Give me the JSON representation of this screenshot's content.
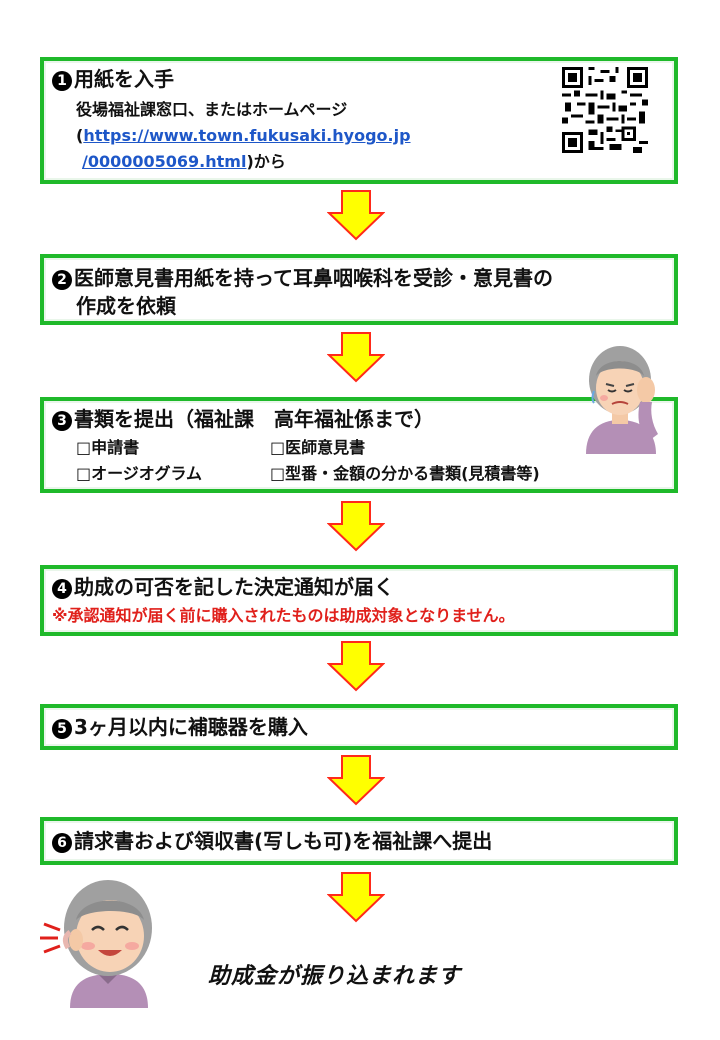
{
  "steps": [
    {
      "num": "1",
      "title": "用紙を入手",
      "line1": "役場福祉課窓口、またはホームページ",
      "open_paren": "(",
      "url_part1": "https://www.town.fukusaki.hyogo.jp",
      "url_part2": "/0000005069.html",
      "suffix": ")から"
    },
    {
      "num": "2",
      "title_line1": "医師意見書用紙を持って耳鼻咽喉科を受診・意見書の",
      "title_line2": "作成を依頼"
    },
    {
      "num": "3",
      "title": "書類を提出（福祉課　高年福祉係まで）",
      "check_a1": "□申請書",
      "check_a2": "□医師意見書",
      "check_b1": "□オージオグラム",
      "check_b2": "□型番・金額の分かる書類(見積書等)"
    },
    {
      "num": "4",
      "title": "助成の可否を記した決定通知が届く",
      "warning": "※承認通知が届く前に購入されたものは助成対象となりません。"
    },
    {
      "num": "5",
      "title": "3ヶ月以内に補聴器を購入"
    },
    {
      "num": "6",
      "title": "請求書および領収書(写しも可)を福祉課へ提出"
    }
  ],
  "final_text": "助成金が振り込まれます",
  "colors": {
    "border_green": "#1fb92a",
    "arrow_fill": "#ffff00",
    "arrow_stroke": "#ff2a1a",
    "link_blue": "#1e57c8",
    "warning_red": "#e0201b"
  }
}
